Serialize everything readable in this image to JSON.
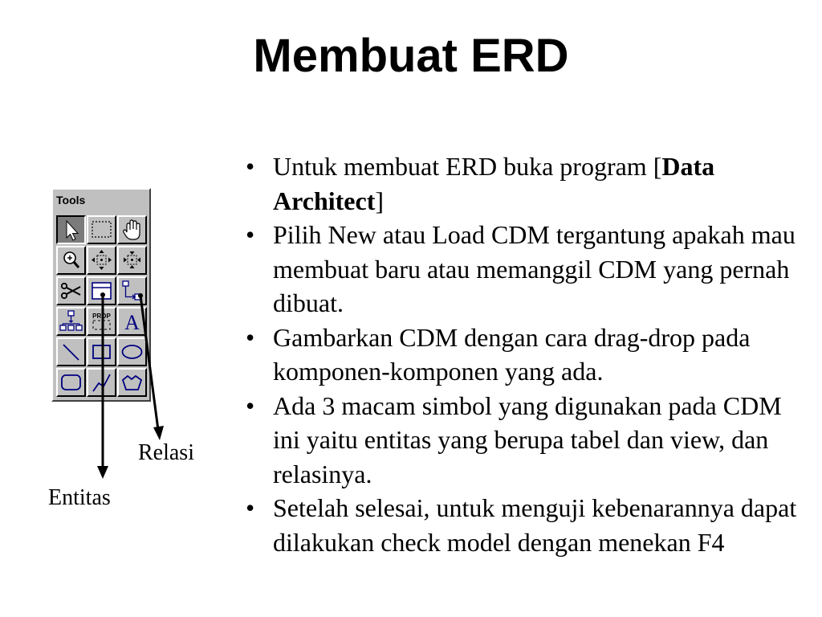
{
  "slide": {
    "title": "Membuat ERD",
    "bullets": [
      {
        "pre": "Untuk membuat ERD buka program [",
        "bold": "Data Architect",
        "post": "]"
      },
      {
        "pre": "Pilih New atau Load CDM tergantung apakah mau membuat baru atau memanggil CDM yang pernah dibuat.",
        "bold": "",
        "post": ""
      },
      {
        "pre": "Gambarkan CDM dengan cara drag-drop pada komponen-komponen yang ada.",
        "bold": "",
        "post": ""
      },
      {
        "pre": "Ada 3 macam simbol yang digunakan pada CDM ini yaitu entitas yang berupa tabel dan view, dan relasinya.",
        "bold": "",
        "post": ""
      },
      {
        "pre": "Setelah selesai, untuk menguji kebenarannya dapat dilakukan check model dengan menekan F4",
        "bold": "",
        "post": ""
      }
    ],
    "bullet_symbol": "•"
  },
  "palette": {
    "title": "Tools",
    "prop_label": "PROP",
    "text_tool_glyph": "A",
    "tools": [
      {
        "name": "pointer-icon",
        "pressed": true
      },
      {
        "name": "select-rectangle-icon",
        "pressed": false
      },
      {
        "name": "hand-icon",
        "pressed": false
      },
      {
        "name": "zoom-icon",
        "pressed": false
      },
      {
        "name": "zoom-out-icon",
        "pressed": false
      },
      {
        "name": "zoom-in-icon",
        "pressed": false
      },
      {
        "name": "scissors-icon",
        "pressed": false
      },
      {
        "name": "entity-icon",
        "pressed": false
      },
      {
        "name": "relationship-icon",
        "pressed": false
      },
      {
        "name": "inheritance-icon",
        "pressed": false
      },
      {
        "name": "properties-icon",
        "pressed": false
      },
      {
        "name": "text-icon",
        "pressed": false
      },
      {
        "name": "line-icon",
        "pressed": false
      },
      {
        "name": "rectangle-icon",
        "pressed": false
      },
      {
        "name": "ellipse-icon",
        "pressed": false
      },
      {
        "name": "rounded-rectangle-icon",
        "pressed": false
      },
      {
        "name": "polyline-icon",
        "pressed": false
      },
      {
        "name": "polygon-icon",
        "pressed": false
      }
    ]
  },
  "callouts": {
    "relasi": "Relasi",
    "entitas": "Entitas"
  },
  "colors": {
    "background": "#ffffff",
    "palette_face": "#c0c0c0",
    "pressed_face": "#7b7b7b",
    "icon_blue": "#000080",
    "text": "#000000"
  }
}
